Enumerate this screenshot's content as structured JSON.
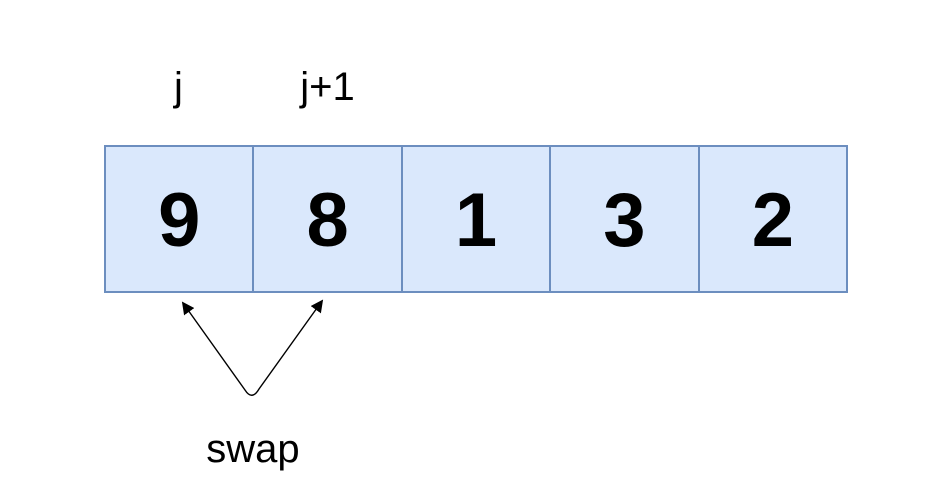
{
  "diagram": {
    "index_labels": [
      {
        "text": "j"
      },
      {
        "text": "j+1"
      }
    ],
    "array": {
      "cells": [
        {
          "value": "9"
        },
        {
          "value": "8"
        },
        {
          "value": "1"
        },
        {
          "value": "3"
        },
        {
          "value": "2"
        }
      ]
    },
    "annotation": {
      "label": "swap"
    }
  },
  "colors": {
    "background": "#FFFFFF",
    "cell_fill": "#DAE8FC",
    "cell_border": "#6C8EBF",
    "text": "#000000",
    "arrow": "#000000"
  }
}
